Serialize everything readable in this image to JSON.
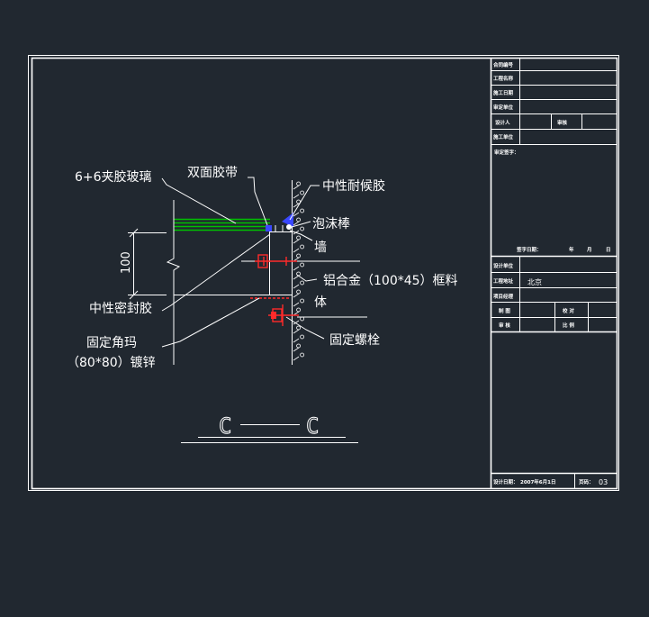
{
  "callouts": {
    "glass": "6+6夹胶玻璃",
    "tape": "双面胶带",
    "weather_seal": "中性耐候胶",
    "foam_rod": "泡沫棒",
    "wall_1": "墙",
    "frame": "铝合金（100*45）框料",
    "wall_2": "体",
    "seal": "中性密封胶",
    "angle_1": "固定角玛",
    "angle_2": "（80*80）镀锌",
    "bolt": "固定螺栓"
  },
  "dimension": {
    "value": "100"
  },
  "section": {
    "left": "C",
    "right": "C"
  },
  "title_block": {
    "contract_no": "合同编号",
    "project_name": "工程名称",
    "design_date": "施工日期",
    "approved_by": "审定单位",
    "designer": "设计人",
    "checker": "审核",
    "construction": "施工单位",
    "approver_sign": "审定签字：",
    "sign_date": "签字日期：",
    "year": "年",
    "month": "月",
    "day": "日",
    "design_unit": "设计单位",
    "location_label": "工程地址",
    "location_value": "北京",
    "project_manager": "项目经理",
    "draw": "制 图",
    "check": "校 对",
    "review": "审 核",
    "scale": "比 例",
    "date_label": "设计日期：",
    "date_value": "2007年6月1日",
    "page_label": "页码：",
    "page_value": "03"
  },
  "colors": {
    "background": "#212830",
    "lines": "#ffffff",
    "glass_green": "#00c000",
    "sealant_blue": "#3a48ff",
    "bracket_red": "#ff2a2a"
  }
}
